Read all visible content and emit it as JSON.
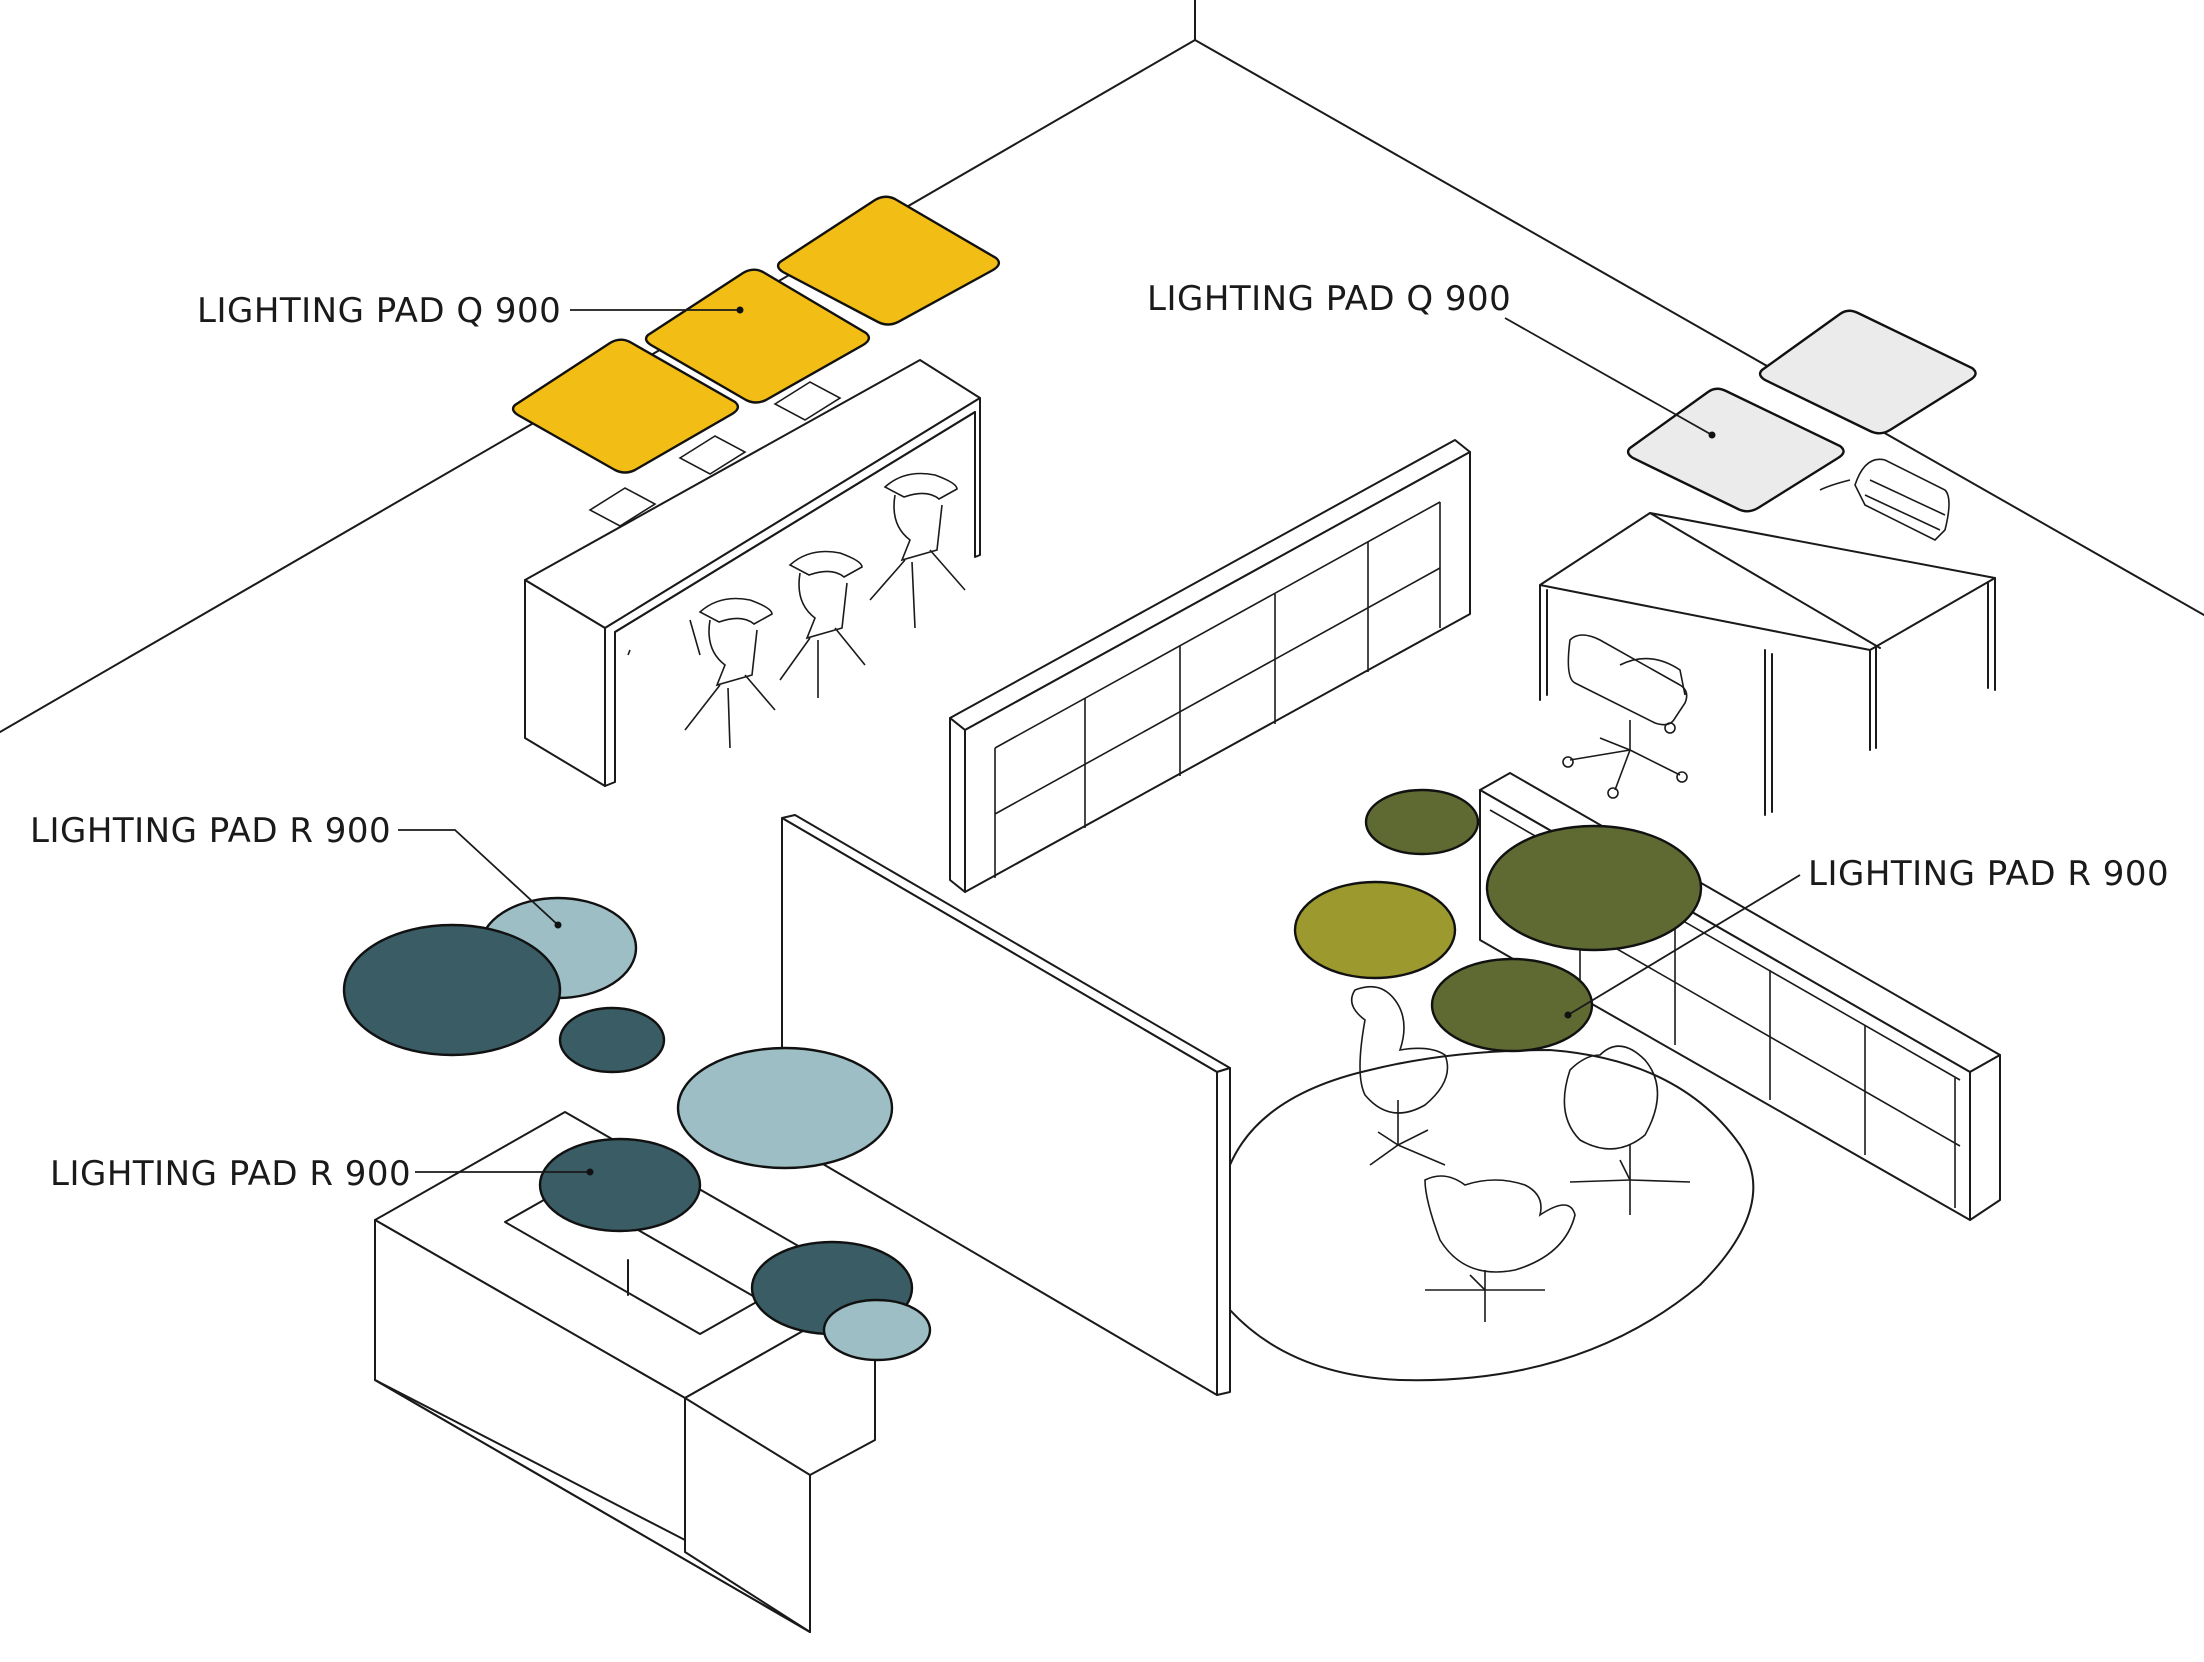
{
  "labels": {
    "q_left": "LIGHTING PAD Q 900",
    "q_right": "LIGHTING PAD Q 900",
    "r_upper_left": "LIGHTING PAD R 900",
    "r_lower_left": "LIGHTING PAD R 900",
    "r_right": "LIGHTING PAD R 900"
  },
  "colors": {
    "yellow": "#f2bd14",
    "light_grey": "#ebebeb",
    "dark_teal": "#3a5c65",
    "light_teal": "#9cbec4",
    "olive": "#5e6a32",
    "mustard": "#9c9a2e"
  }
}
